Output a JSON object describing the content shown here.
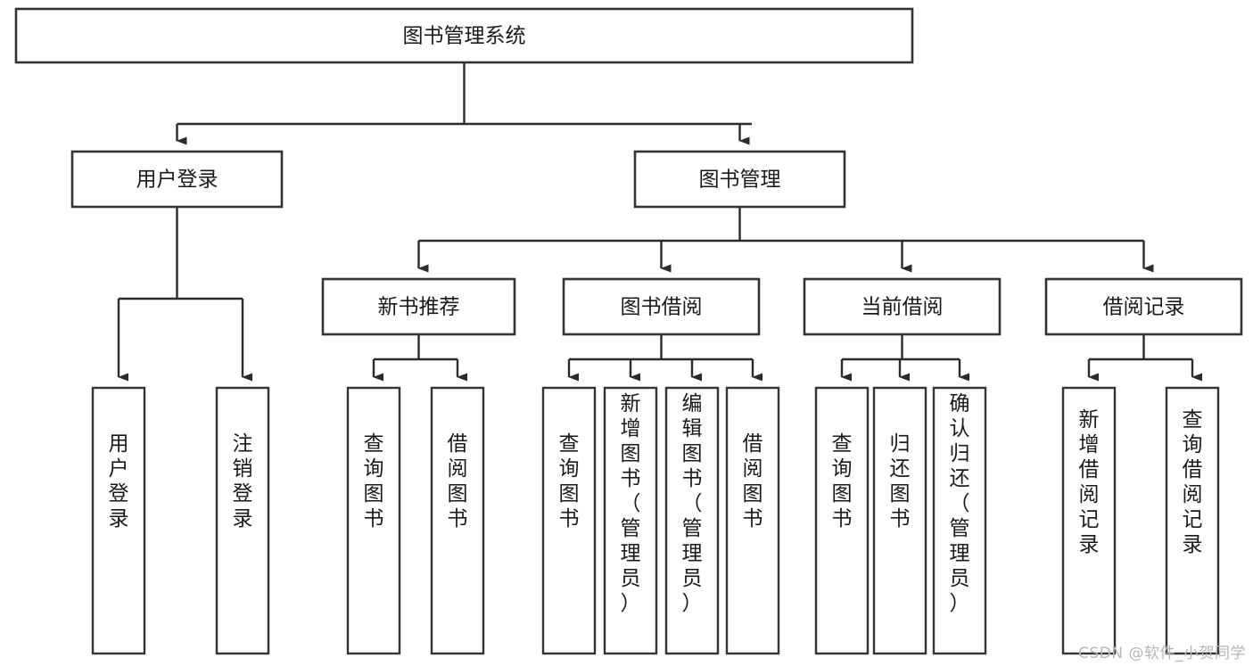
{
  "diagram": {
    "type": "tree-hierarchy-chart",
    "title": "图书管理系统",
    "watermark": "CSDN @软件_小贺同学",
    "colors": {
      "background": "#ffffff",
      "box_stroke": "#333333",
      "connector": "#2b2b2b",
      "label_text": "#1a1a1a",
      "watermark_text": "#b6b6b6"
    },
    "root": {
      "id": "root",
      "label": "图书管理系统",
      "orientation": "horizontal"
    },
    "level2": [
      {
        "id": "user-login",
        "label": "用户登录",
        "orientation": "horizontal"
      },
      {
        "id": "book-management",
        "label": "图书管理",
        "orientation": "horizontal"
      }
    ],
    "level3": [
      {
        "id": "new-book-recommend",
        "label": "新书推荐",
        "parent": "book-management",
        "orientation": "horizontal"
      },
      {
        "id": "book-borrow",
        "label": "图书借阅",
        "parent": "book-management",
        "orientation": "horizontal"
      },
      {
        "id": "current-borrow",
        "label": "当前借阅",
        "parent": "book-management",
        "orientation": "horizontal"
      },
      {
        "id": "borrow-record",
        "label": "借阅记录",
        "parent": "book-management",
        "orientation": "horizontal"
      }
    ],
    "leaves": [
      {
        "id": "leaf-user-login",
        "label": "用户登录",
        "parent": "user-login",
        "orientation": "vertical"
      },
      {
        "id": "leaf-logout-login",
        "label": "注销登录",
        "parent": "user-login",
        "orientation": "vertical"
      },
      {
        "id": "leaf-query-book-new",
        "label": "查询图书",
        "parent": "new-book-recommend",
        "orientation": "vertical"
      },
      {
        "id": "leaf-borrow-book-new",
        "label": "借阅图书",
        "parent": "new-book-recommend",
        "orientation": "vertical"
      },
      {
        "id": "leaf-query-book-borrow",
        "label": "查询图书",
        "parent": "book-borrow",
        "orientation": "vertical"
      },
      {
        "id": "leaf-add-book-admin",
        "label": "新增图书（管理员）",
        "parent": "book-borrow",
        "orientation": "vertical"
      },
      {
        "id": "leaf-edit-book-admin",
        "label": "编辑图书（管理员）",
        "parent": "book-borrow",
        "orientation": "vertical"
      },
      {
        "id": "leaf-borrow-book",
        "label": "借阅图书",
        "parent": "book-borrow",
        "orientation": "vertical"
      },
      {
        "id": "leaf-query-book-current",
        "label": "查询图书",
        "parent": "current-borrow",
        "orientation": "vertical"
      },
      {
        "id": "leaf-return-book",
        "label": "归还图书",
        "parent": "current-borrow",
        "orientation": "vertical"
      },
      {
        "id": "leaf-confirm-return-admin",
        "label": "确认归还（管理员）",
        "parent": "current-borrow",
        "orientation": "vertical"
      },
      {
        "id": "leaf-add-borrow-record",
        "label": "新增借阅记录",
        "parent": "borrow-record",
        "orientation": "vertical"
      },
      {
        "id": "leaf-query-borrow-record",
        "label": "查询借阅记录",
        "parent": "borrow-record",
        "orientation": "vertical"
      }
    ]
  }
}
